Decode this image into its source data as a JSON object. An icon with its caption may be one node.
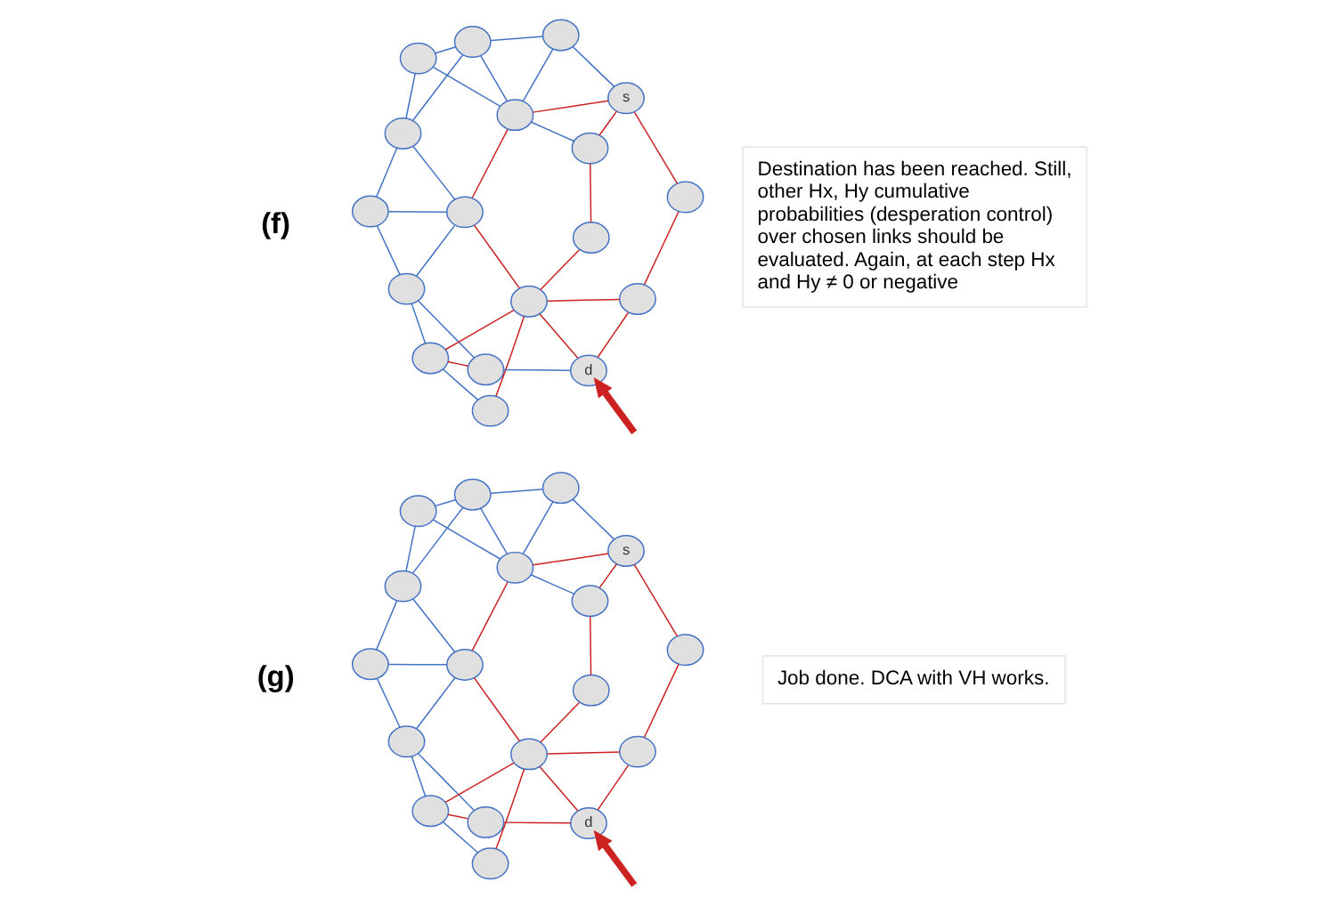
{
  "diagram": {
    "nodes": [
      {
        "text": [],
        "shape": "circle"
      },
      {
        "text": [],
        "shape": "circle"
      },
      {
        "text": [],
        "shape": "circle"
      },
      {
        "text": [],
        "shape": "circle"
      },
      {
        "text": [],
        "shape": "circle"
      },
      {
        "text": [],
        "shape": "circle"
      },
      {
        "text": [],
        "shape": "circle"
      },
      {
        "text": [],
        "shape": "circle"
      },
      {
        "text": [],
        "shape": "circle"
      },
      {
        "text": [],
        "shape": "circle"
      },
      {
        "text": [],
        "shape": "circle"
      },
      {
        "text": [
          "d"
        ]
      },
      {
        "text": [
          "s"
        ]
      },
      {
        "text": [],
        "shape": "circle"
      },
      {
        "text": [],
        "shape": "circle"
      },
      {
        "text": [],
        "shape": "circle"
      },
      {
        "text": [],
        "shape": "circle"
      },
      {
        "text": [],
        "shape": "circle"
      },
      {
        "text": [
          "Destination has been reached. Still, other Hx, Hy cumulative probabilities (desperation control) over chosen links should be evaluated. Again, at each step Hx and Hy ≠ 0 or negative"
        ]
      },
      {
        "text": [],
        "shape": "circle"
      },
      {
        "text": [],
        "shape": "circle"
      },
      {
        "text": [],
        "shape": "circle"
      },
      {
        "text": [],
        "shape": "circle"
      },
      {
        "text": [],
        "shape": "circle"
      },
      {
        "text": [],
        "shape": "circle"
      },
      {
        "text": [],
        "shape": "circle"
      },
      {
        "text": [],
        "shape": "circle"
      },
      {
        "text": [],
        "shape": "circle"
      },
      {
        "text": [],
        "shape": "circle"
      },
      {
        "text": [],
        "shape": "circle"
      },
      {
        "text": [
          "d"
        ]
      },
      {
        "text": [
          "s"
        ]
      },
      {
        "text": [],
        "shape": "circle"
      },
      {
        "text": [],
        "shape": "circle"
      },
      {
        "text": [],
        "shape": "circle"
      },
      {
        "text": [],
        "shape": "circle"
      },
      {
        "text": [],
        "shape": "circle"
      },
      {
        "text": [
          "Job done. DCA with VH works."
        ]
      }
    ],
    "edges": [
      {
        "from": 0,
        "to": 1,
        "arrow": "none"
      },
      {
        "from": 1,
        "to": 2,
        "arrow": "none"
      },
      {
        "from": 0,
        "to": 3,
        "arrow": "none"
      },
      {
        "from": 3,
        "to": 4,
        "arrow": "none"
      },
      {
        "from": 0,
        "to": 4,
        "arrow": "none"
      },
      {
        "from": 0,
        "to": 5,
        "arrow": "none"
      },
      {
        "from": 1,
        "to": 5,
        "arrow": "none"
      },
      {
        "from": 2,
        "to": 5,
        "arrow": "none"
      },
      {
        "from": 2,
        "to": 10,
        "arrow": "none"
      },
      {
        "from": 2,
        "to": 7,
        "arrow": "none"
      },
      {
        "from": 3,
        "to": 8,
        "arrow": "none"
      },
      {
        "from": 3,
        "to": 9,
        "arrow": "none"
      },
      {
        "from": 4,
        "to": 9,
        "arrow": "none"
      },
      {
        "from": 8,
        "to": 9,
        "arrow": "none"
      },
      {
        "from": 8,
        "to": 12,
        "arrow": "none"
      },
      {
        "from": 9,
        "to": 14,
        "arrow": "none"
      },
      {
        "from": 6,
        "to": 10,
        "arrow": "none"
      },
      {
        "from": 7,
        "to": 11,
        "arrow": "none"
      },
      {
        "from": 5,
        "to": 9,
        "arrow": "none",
        "color": "#cc2222"
      },
      {
        "from": 9,
        "to": 12,
        "arrow": "none",
        "color": "#cc2222"
      },
      {
        "from": 12,
        "to": 14,
        "arrow": "none",
        "color": "#cc2222"
      },
      {
        "from": 12,
        "to": 17,
        "arrow": "none",
        "color": "#cc2222"
      },
      {
        "from": 14,
        "to": 15,
        "arrow": "none",
        "color": "#cc2222"
      },
      {
        "from": 15,
        "to": 13,
        "arrow": "none",
        "color": "#cc2222"
      },
      {
        "from": 5,
        "to": 13,
        "arrow": "none",
        "color": "#cc2222"
      },
      {
        "from": 6,
        "to": 13,
        "arrow": "none",
        "color": "#cc2222"
      },
      {
        "from": 13,
        "to": 10,
        "arrow": "none",
        "color": "#cc2222"
      },
      {
        "from": 10,
        "to": 7,
        "arrow": "none",
        "color": "#cc2222"
      },
      {
        "from": 13,
        "to": 11,
        "arrow": "none",
        "color": "#cc2222"
      },
      {
        "from": 13,
        "to": 16,
        "arrow": "none",
        "color": "#cc2222"
      },
      {
        "from": 16,
        "to": 11,
        "arrow": "none",
        "color": "#cc2222"
      },
      {
        "from": 17,
        "to": 16,
        "arrow": "none",
        "color": "#cc2222"
      },
      {
        "from": null,
        "to": 11,
        "arrow": "to",
        "style": "thick",
        "color": "#cc2222"
      },
      {
        "from": 19,
        "to": 20,
        "arrow": "none"
      },
      {
        "from": 20,
        "to": 21,
        "arrow": "none"
      },
      {
        "from": 19,
        "to": 22,
        "arrow": "none"
      },
      {
        "from": 22,
        "to": 23,
        "arrow": "none"
      },
      {
        "from": 19,
        "to": 23,
        "arrow": "none"
      },
      {
        "from": 19,
        "to": 24,
        "arrow": "none"
      },
      {
        "from": 20,
        "to": 24,
        "arrow": "none"
      },
      {
        "from": 21,
        "to": 24,
        "arrow": "none"
      },
      {
        "from": 21,
        "to": 29,
        "arrow": "none"
      },
      {
        "from": 21,
        "to": 26,
        "arrow": "none"
      },
      {
        "from": 22,
        "to": 27,
        "arrow": "none"
      },
      {
        "from": 22,
        "to": 28,
        "arrow": "none"
      },
      {
        "from": 23,
        "to": 28,
        "arrow": "none"
      },
      {
        "from": 27,
        "to": 28,
        "arrow": "none"
      },
      {
        "from": 27,
        "to": 31,
        "arrow": "none"
      },
      {
        "from": 28,
        "to": 33,
        "arrow": "none"
      },
      {
        "from": 25,
        "to": 29,
        "arrow": "none"
      },
      {
        "from": 26,
        "to": 30,
        "arrow": "none",
        "color": "#cc2222"
      },
      {
        "from": 24,
        "to": 28,
        "arrow": "none",
        "color": "#cc2222"
      },
      {
        "from": 28,
        "to": 31,
        "arrow": "none",
        "color": "#cc2222"
      },
      {
        "from": 31,
        "to": 33,
        "arrow": "none",
        "color": "#cc2222"
      },
      {
        "from": 31,
        "to": 36,
        "arrow": "none",
        "color": "#cc2222"
      },
      {
        "from": 33,
        "to": 34,
        "arrow": "none",
        "color": "#cc2222"
      },
      {
        "from": 34,
        "to": 32,
        "arrow": "none",
        "color": "#cc2222"
      },
      {
        "from": 24,
        "to": 32,
        "arrow": "none",
        "color": "#cc2222"
      },
      {
        "from": 25,
        "to": 32,
        "arrow": "none",
        "color": "#cc2222"
      },
      {
        "from": 32,
        "to": 29,
        "arrow": "none",
        "color": "#cc2222"
      },
      {
        "from": 29,
        "to": 26,
        "arrow": "none",
        "color": "#cc2222"
      },
      {
        "from": 32,
        "to": 30,
        "arrow": "none",
        "color": "#cc2222"
      },
      {
        "from": 32,
        "to": 35,
        "arrow": "none",
        "color": "#cc2222"
      },
      {
        "from": 35,
        "to": 30,
        "arrow": "none",
        "color": "#cc2222"
      },
      {
        "from": 36,
        "to": 35,
        "arrow": "none",
        "color": "#cc2222"
      },
      {
        "from": null,
        "to": 30,
        "arrow": "to",
        "style": "thick",
        "color": "#cc2222"
      }
    ],
    "labels": [
      "(f)",
      "(g)"
    ]
  }
}
